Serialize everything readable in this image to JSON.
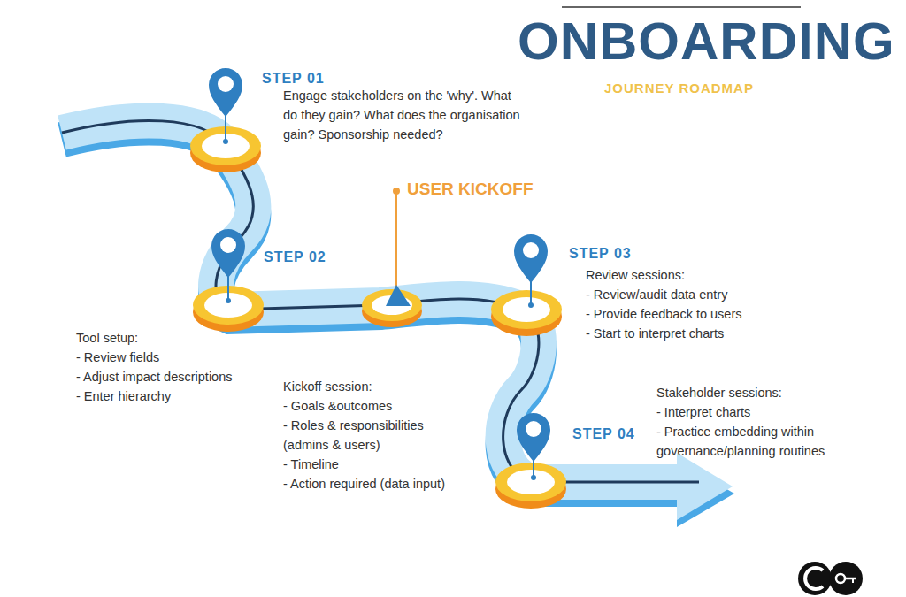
{
  "diagram": {
    "title": "ONBOARDING",
    "labels": [
      "JOURNEY ROADMAP",
      "STEP 01",
      "Engage stakeholders on the 'why'. What do they gain? What does the organisation gain? Sponsorship needed?",
      "USER KICKOFF",
      "STEP 02",
      "Tool setup:",
      "- Review fields",
      "- Adjust impact descriptions",
      "- Enter hierarchy",
      "Kickoff session:",
      "- Goals &outcomes",
      "- Roles & responsibilities (admins & users)",
      "- Timeline",
      "- Action required (data input)",
      "STEP 03",
      "Review sessions:",
      "- Review/audit data entry",
      "- Provide feedback to users",
      "- Start to interpret charts",
      "STEP 04",
      "Stakeholder sessions:",
      "- Interpret charts",
      "- Practice embedding within governance/planning routines"
    ]
  }
}
